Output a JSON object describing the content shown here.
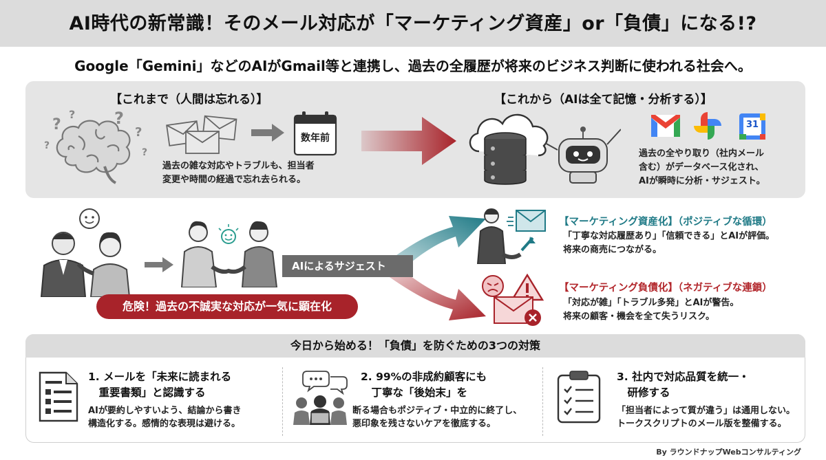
{
  "header": {
    "title": "AI時代の新常識！そのメール対応が「マーケティング資産」or「負債」になる!?",
    "subtitle": "Google「Gemini」などのAIがGmail等と連携し、過去の全履歴が将来のビジネス判断に使われる社会へ。"
  },
  "before": {
    "title": "【これまで（人間は忘れる）】",
    "calendar_label": "数年前",
    "text_lines": [
      "過去の雑な対応やトラブルも、担当者",
      "変更や時間の経過で忘れ去られる。"
    ]
  },
  "after": {
    "title": "【これから（AIは全て記憶・分析する）】",
    "calendar_day": "31",
    "text_lines": [
      "過去の全やり取り（社内メール",
      "含む）がデータベース化され、",
      "AIが瞬時に分析・サジェスト。"
    ]
  },
  "flow": {
    "danger_label": "危険！過去の不誠実な対応が一気に顕在化",
    "suggest_label": "AIによるサジェスト"
  },
  "positive": {
    "title": "【マーケティング資産化】（ポジティブな循環）",
    "lines": [
      "「丁寧な対応履歴あり」「信頼できる」とAIが評価。",
      "将来の商売につながる。"
    ]
  },
  "negative": {
    "title": "【マーケティング負債化】（ネガティブな連鎖）",
    "lines": [
      "「対応が雑」「トラブル多発」とAIが警告。",
      "将来の顧客・機会を全て失うリスク。"
    ]
  },
  "measures": {
    "heading": "今日から始める！「負債」を防ぐための3つの対策",
    "items": [
      {
        "title_lines": [
          "1. メールを「未来に読まれる",
          "　重要書類」と認識する"
        ],
        "desc_lines": [
          "AIが要約しやすいよう、結論から書き",
          "構造化する。感情的な表現は避ける。"
        ],
        "icon": "document-icon"
      },
      {
        "title_lines": [
          "2. 99%の非成約顧客にも",
          "　丁寧な「後始末」を"
        ],
        "desc_lines": [
          "断る場合もポジティブ・中立的に終了し、",
          "悪印象を残さないケアを徹底する。"
        ],
        "icon": "team-chat-icon"
      },
      {
        "title_lines": [
          "3. 社内で対応品質を統一・",
          "　研修する"
        ],
        "desc_lines": [
          "「担当者によって質が違う」は通用しない。",
          "トークスクリプトのメール版を整備する。"
        ],
        "icon": "checklist-icon"
      }
    ]
  },
  "credit": "By ラウンドナップWebコンサルティング",
  "colors": {
    "accent_red": "#a8232a",
    "accent_teal": "#1f7a86",
    "panel_gray": "#e5e5e5"
  }
}
